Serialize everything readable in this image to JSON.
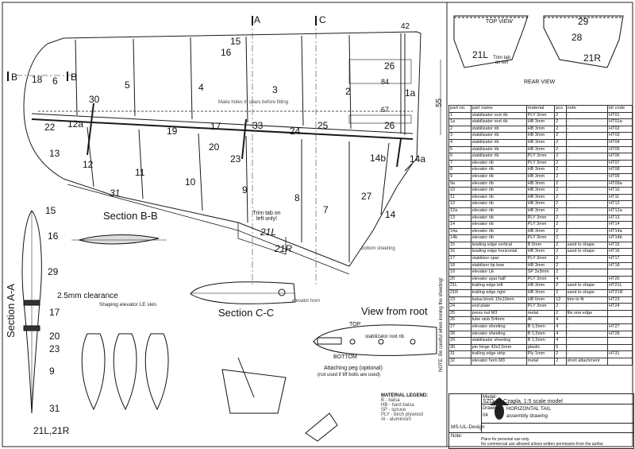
{
  "plan": {
    "dimensions": {
      "d42": "42",
      "d84": "84",
      "d67": "67",
      "d55": "55"
    },
    "cut_markers": {
      "A": "A",
      "C": "C",
      "B": "B"
    },
    "part_numbers": [
      "15",
      "16",
      "5",
      "4",
      "3",
      "2",
      "1a",
      "18",
      "6",
      "30",
      "22",
      "12a",
      "19",
      "17",
      "20",
      "23",
      "33",
      "24",
      "25",
      "26",
      "26",
      "13",
      "12",
      "11",
      "10",
      "9",
      "8",
      "7",
      "27",
      "14",
      "14b",
      "14a",
      "31",
      "21L",
      "21R"
    ],
    "notes": {
      "trim_tab": "Trim tab on left only!",
      "small_notes": [
        "Make holes in spars before fitting",
        "elevator horn",
        "bottom sheeting"
      ]
    }
  },
  "section_bb": {
    "title": "Section B-B",
    "note": "Shaping elevator LE skin."
  },
  "section_cc": {
    "title": "Section C-C"
  },
  "section_aa": {
    "title": "Section A-A",
    "clearance": "2.5mm clearance",
    "labels": [
      "15",
      "16",
      "29",
      "17",
      "20",
      "23",
      "9",
      "31"
    ],
    "bottom_label": "21L,21R"
  },
  "root_view": {
    "title": "View from root",
    "top": "TOP",
    "bottom": "BOTTOM",
    "spar": "stabilizator root rib",
    "note": "Attaching peg (optional)",
    "note2": "(not used if tiff bolts are used)"
  },
  "views": {
    "top_view": "TOP VIEW",
    "rear_view": "REAR VIEW",
    "tab": "Trim tab on left",
    "labels": [
      "29",
      "28",
      "21L",
      "21R"
    ]
  },
  "table": {
    "headers": [
      "part no.",
      "part name",
      "material",
      "pcs",
      "note",
      "kit code"
    ],
    "rows": [
      [
        "1",
        "stabilizator root rib",
        "PLY 3mm",
        "2",
        "-",
        "HT01"
      ],
      [
        "1a",
        "stabilizator root rib",
        "HB 3mm",
        "2",
        "-",
        "HT01a"
      ],
      [
        "2",
        "stabilizator rib",
        "HB 3mm",
        "2",
        "-",
        "HT02"
      ],
      [
        "3",
        "stabilizator rib",
        "HB 3mm",
        "2",
        "-",
        "HT03"
      ],
      [
        "4",
        "stabilizator rib",
        "HB 3mm",
        "2",
        "-",
        "HT04"
      ],
      [
        "5",
        "stabilizator rib",
        "HB 3mm",
        "2",
        "-",
        "HT05"
      ],
      [
        "6",
        "stabilizator rib",
        "PLY 3mm",
        "2",
        "-",
        "HT06"
      ],
      [
        "7",
        "elevator rib",
        "PLY 3mm",
        "2",
        "-",
        "HT07"
      ],
      [
        "8",
        "elevator rib",
        "HB 3mm",
        "2",
        "-",
        "HT08"
      ],
      [
        "9",
        "elevator rib",
        "HB 3mm",
        "2",
        "-",
        "HT09"
      ],
      [
        "9a",
        "elevator rib",
        "HB 3mm",
        "2",
        "-",
        "HT09a"
      ],
      [
        "10",
        "elevator rib",
        "HB 3mm",
        "2",
        "-",
        "HT10"
      ],
      [
        "11",
        "elevator rib",
        "HB 3mm",
        "2",
        "-",
        "HT11"
      ],
      [
        "12",
        "elevator rib",
        "HB 3mm",
        "2",
        "-",
        "HT12"
      ],
      [
        "12a",
        "elevator rib",
        "HB 3mm",
        "2",
        "-",
        "HT12a"
      ],
      [
        "13",
        "elevator rib",
        "PLY 3mm",
        "2",
        "-",
        "HT13"
      ],
      [
        "14",
        "elevator rib",
        "PLY 3mm",
        "2",
        "-",
        "HT14"
      ],
      [
        "14a",
        "elevator rib",
        "HB 3mm",
        "2",
        "-",
        "HT14a"
      ],
      [
        "14b",
        "elevator rib",
        "PLY 3mm",
        "2",
        "-",
        "HT14b"
      ],
      [
        "15",
        "leading edge vertical",
        "B 6mm",
        "2",
        "sand to shape",
        "HT15"
      ],
      [
        "16",
        "leading edge horizontal",
        "HB 3mm",
        "2",
        "sand to shape",
        "HT16"
      ],
      [
        "17",
        "stabilizer spar",
        "PLY 3mm",
        "2",
        "-",
        "HT17"
      ],
      [
        "18",
        "stabilizer tip bow",
        "HB 3mm",
        "2",
        "-",
        "HT18"
      ],
      [
        "19",
        "elevator LE",
        "SP 3x3mm",
        "2",
        "-",
        ""
      ],
      [
        "20",
        "elevator spar half",
        "PLY 3mm",
        "4",
        "-",
        "HT20"
      ],
      [
        "21L",
        "trailing edge left",
        "HB 3mm",
        "2",
        "sand to shape",
        "HT21L"
      ],
      [
        "21R",
        "trailing edge right",
        "HB 3mm",
        "2",
        "sand to shape",
        "HT21R"
      ],
      [
        "23",
        "balsa block 15x10mm",
        "HB 6mm",
        "12",
        "trim to fit",
        "HT23"
      ],
      [
        "24",
        "end plate",
        "PLY 3mm",
        "2",
        "-",
        "HT24"
      ],
      [
        "25",
        "press nut M3",
        "metal",
        "2",
        "file one edge",
        ""
      ],
      [
        "26",
        "tube stub 5/4mm",
        "Al",
        "4",
        "-",
        ""
      ],
      [
        "27",
        "elevator sheeting",
        "B 1,5mm",
        "4",
        "-",
        "HT27"
      ],
      [
        "28",
        "elevator sheeting",
        "B 1,5mm",
        "4",
        "-",
        "HT28"
      ],
      [
        "29",
        "stabilizator sheeting",
        "B 1,5mm",
        "4",
        "-",
        ""
      ],
      [
        "30",
        "pin hinge 43x2,5mm",
        "plastic",
        "6",
        "-",
        ""
      ],
      [
        "31",
        "trailing edge strip",
        "Ply 1mm",
        "2",
        "-",
        "HT31"
      ],
      [
        "32",
        "elevator horn M3",
        "metal",
        "2",
        "short attachment",
        ""
      ]
    ]
  },
  "notes_side": "NOTE: Be careful when ironing the sheeting!",
  "material_legend": {
    "title": "MATERIAL LEGEND:",
    "items": [
      "B - balsa",
      "HB - hard balsa",
      "SP - spruce",
      "PLY - birch plywood",
      "Al - aluminium"
    ]
  },
  "title_block": {
    "model_label": "Model:",
    "model": "SZD-10 Czapla, 1:5 scale model",
    "drawing_label": "Drawing:",
    "drawing": "HORIZONTAL TAIL",
    "sheet": "04",
    "drawing_sub": "assembly drawing",
    "brand": "MS-UL-Design",
    "note_label": "Note:",
    "note1": "Plans for personal use only.",
    "note2": "No commercial use allowed unless written permission from the author."
  },
  "colors": {
    "line": "#1a1a1a",
    "hatch": "#555555"
  }
}
